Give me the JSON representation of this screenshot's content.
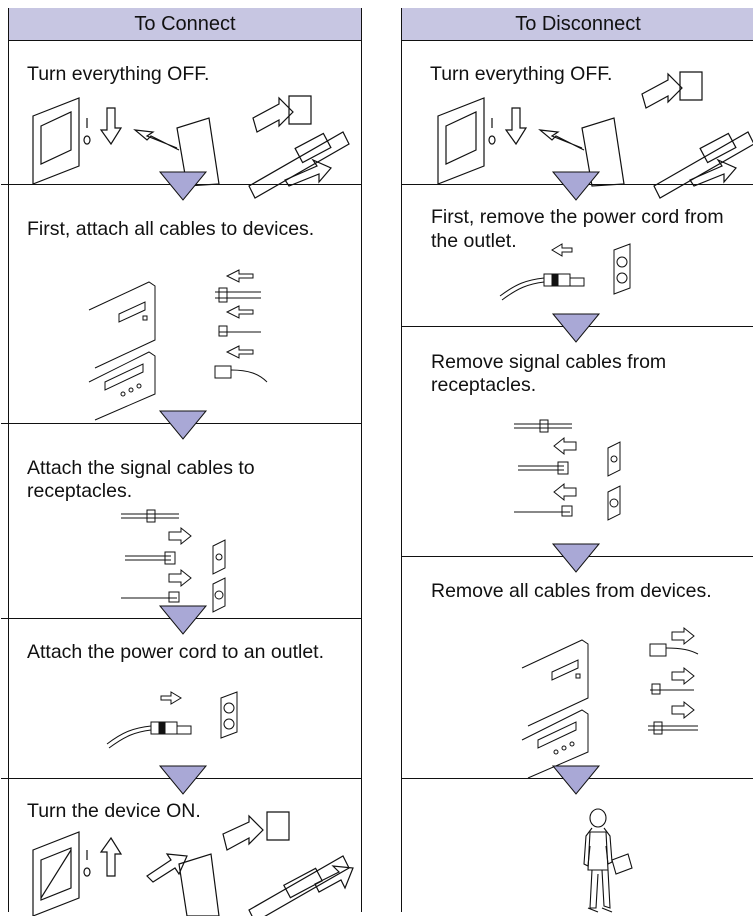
{
  "left": {
    "header": "To Connect",
    "steps": [
      "Turn everything OFF.",
      "First, attach all cables to devices.",
      "Attach the signal cables to",
      "receptacles.",
      "Attach the power cord to an outlet.",
      "Turn the device ON."
    ]
  },
  "right": {
    "header": "To Disconnect",
    "steps": [
      "Turn everything OFF.",
      "First, remove the power cord from",
      "the outlet.",
      "Remove signal cables from",
      "receptacles.",
      "Remove all cables from devices."
    ]
  },
  "colors": {
    "header_bg": "#c7c6e2",
    "arrow_fill": "#a9a8d6"
  }
}
